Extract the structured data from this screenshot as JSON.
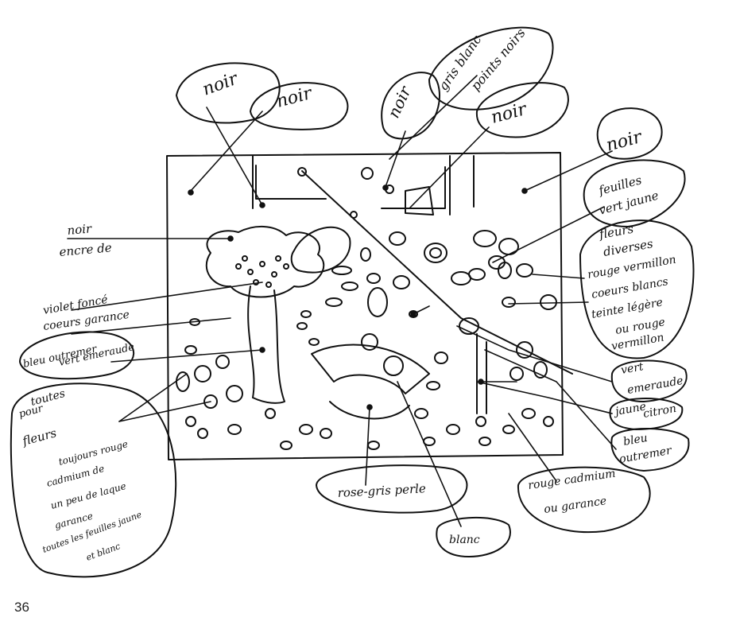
{
  "page_number": "36",
  "ink_color": "#111111",
  "paper_color": "#ffffff",
  "annotations": {
    "noir_1": "noir",
    "noir_2": "noir",
    "noir_3": "noir",
    "noir_4": "noir",
    "noir_5": "noir",
    "gris_blanc": [
      "gris blanc",
      "points noirs"
    ],
    "encre_de": [
      "noir",
      "encre de"
    ],
    "violet_fonce": [
      "violet foncé",
      "coeurs garance"
    ],
    "bleu_outremer": [
      "bleu outremer",
      "vert emeraude"
    ],
    "toutes_fleurs": [
      "pour",
      "toutes",
      "fleurs",
      "toujours rouge",
      "cadmium de",
      "un peu de laque",
      "garance",
      "toutes les feuilles jaune",
      "et blanc"
    ],
    "fleurs_jaune": [
      "feuilles",
      "vert jaune"
    ],
    "fleurs_diverses": [
      "fleurs",
      "diverses",
      "rouge vermillon",
      "coeurs blancs",
      "teinte légère",
      "ou rouge",
      "vermillon"
    ],
    "vert_emeraude": [
      "vert",
      "emeraude"
    ],
    "jaune_citron": [
      "jaune",
      "citron"
    ],
    "bleu_outremer_2": [
      "bleu",
      "outremer"
    ],
    "rose_gris_perle": "rose-gris perle",
    "blanc": "blanc",
    "rouge_cadmium": [
      "rouge cadmium",
      "ou garance"
    ]
  }
}
